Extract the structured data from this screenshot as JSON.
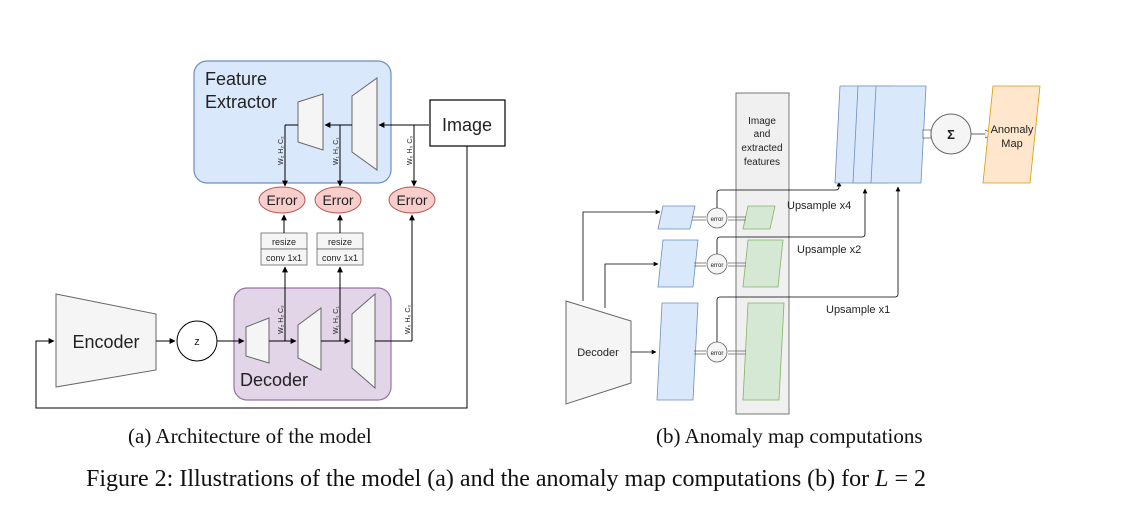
{
  "panel_a": {
    "feature_extractor_line1": "Feature",
    "feature_extractor_line2": "Extractor",
    "image_label": "Image",
    "encoder_label": "Encoder",
    "z_label": "z",
    "decoder_label": "Decoder",
    "error_labels": [
      "Error",
      "Error",
      "Error"
    ],
    "resize_labels": [
      "resize",
      "resize"
    ],
    "conv_labels": [
      "conv 1x1",
      "conv 1x1"
    ],
    "fe_dims": [
      "W₂ H₂ C₂",
      "W₁ H₁ C₁",
      "W₀ H₀ C₀"
    ],
    "dec_dims": [
      "W₂ H₂ C₂",
      "W₁ H₁ C₁",
      "W₀ H₀ C₀"
    ]
  },
  "panel_b": {
    "features_label": [
      "Image",
      "and",
      "extracted",
      "features"
    ],
    "decoder_label": "Decoder",
    "error_labels": [
      "error",
      "error",
      "error"
    ],
    "upsample_labels": [
      "Upsample x4",
      "Upsample x2",
      "Upsample x1"
    ],
    "sigma_label": "Σ",
    "anomaly_map_label": [
      "Anomaly",
      "Map"
    ]
  },
  "captions": {
    "a": "(a) Architecture of the model",
    "b": "(b) Anomaly map computations",
    "main_prefix": "Figure 2: Illustrations of the model (a) and the anomaly map computations (b) for ",
    "main_var": "L",
    "main_suffix": " = 2"
  },
  "colors": {
    "feature_extractor_fill": "#dae8fc",
    "feature_extractor_stroke": "#6c8ebf",
    "decoder_fill": "#e1d5e7",
    "decoder_stroke": "#9673a6",
    "error_fill": "#f8cecc",
    "error_stroke": "#b85450",
    "block_fill": "#f5f5f5",
    "block_stroke": "#666666",
    "feature_map_fill": "#dae8fc",
    "extracted_fill": "#d5e8d4",
    "extracted_stroke": "#82b366",
    "anomaly_fill": "#ffe6cc",
    "anomaly_stroke": "#d79b00"
  }
}
